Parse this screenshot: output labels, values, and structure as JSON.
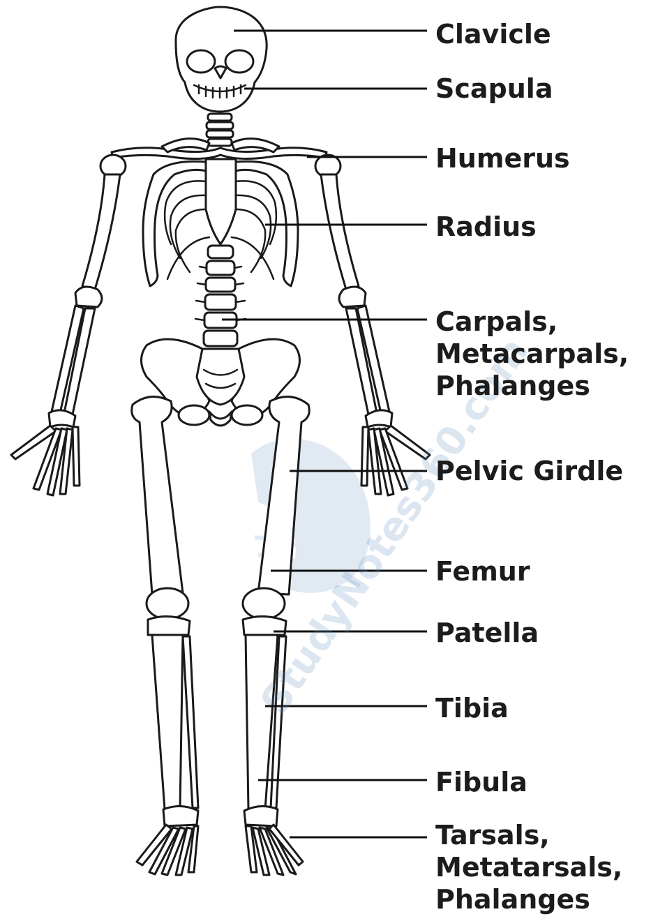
{
  "labels": [
    {
      "id": "clavicle",
      "text": "Clavicle"
    },
    {
      "id": "scapula",
      "text": "Scapula"
    },
    {
      "id": "humerus",
      "text": "Humerus"
    },
    {
      "id": "radius",
      "text": "Radius"
    },
    {
      "id": "carpals",
      "lines": [
        "Carpals,",
        "Metacarpals,",
        "Phalanges"
      ]
    },
    {
      "id": "pelvic",
      "text": "Pelvic Girdle"
    },
    {
      "id": "femur",
      "text": "Femur"
    },
    {
      "id": "patella",
      "text": "Patella"
    },
    {
      "id": "tibia",
      "text": "Tibia"
    },
    {
      "id": "fibula",
      "text": "Fibula"
    },
    {
      "id": "tarsals",
      "lines": [
        "Tarsals,",
        "Metatarsals,",
        "Phalanges"
      ]
    }
  ],
  "watermark": "StudyNotes360.com",
  "colors": {
    "line": "#1a1a1a",
    "watermark": "#5f8fc0"
  }
}
